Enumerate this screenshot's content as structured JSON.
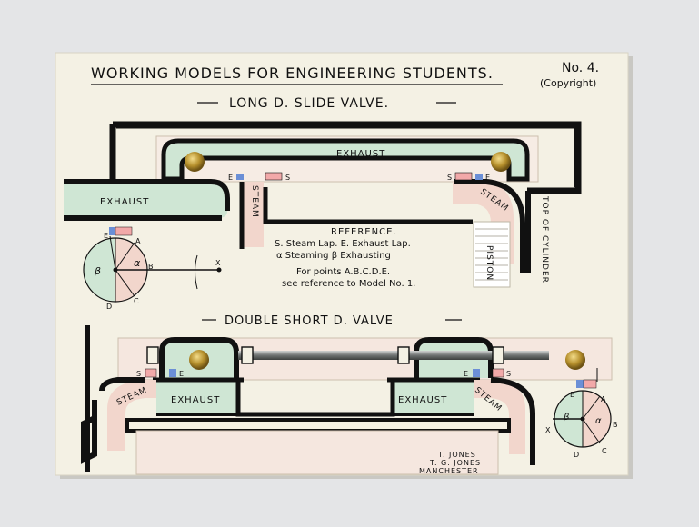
{
  "card": {
    "title": "WORKING MODELS FOR ENGINEERING STUDENTS.",
    "number": "No. 4.",
    "copyright": "(Copyright)"
  },
  "section1": {
    "heading": "LONG D. SLIDE VALVE.",
    "exhaust_top": "EXHAUST",
    "exhaust_left": "EXHAUST",
    "steam_left": "STEAM",
    "steam_right": "STEAM",
    "top_of_cylinder": "TOP OF CYLINDER",
    "piston": "PISTON",
    "lap_e": "E",
    "lap_s": "S",
    "reference": {
      "title": "REFERENCE.",
      "line1": "S. Steam Lap.   E. Exhaust Lap.",
      "line2": "α Steaming   β Exhausting",
      "line3": "For points  A.B.C.D.E.",
      "line4": "see reference to Model No. 1."
    },
    "diagram_labels": {
      "e": "E",
      "a": "A",
      "b": "B",
      "c": "C",
      "d": "D",
      "x": "X",
      "alpha": "α",
      "beta": "β"
    }
  },
  "section2": {
    "heading": "DOUBLE SHORT D. VALVE",
    "exhaust_left": "EXHAUST",
    "exhaust_right": "EXHAUST",
    "steam_left": "STEAM",
    "steam_right": "STEAM",
    "lap_e": "E",
    "lap_s": "S",
    "diagram_labels": {
      "e": "E",
      "a": "A",
      "b": "B",
      "c": "C",
      "d": "D",
      "x": "X",
      "alpha": "α",
      "beta": "β"
    }
  },
  "maker": {
    "line1": "T. JONES",
    "line2": "T. G. JONES",
    "line3": "MANCHESTER"
  },
  "colors": {
    "background": "#e4e5e7",
    "card": "#f4f1e4",
    "ink": "#111111",
    "exhaust_green": "#cfe6d4",
    "steam_pink": "#f2d6cc",
    "valve_band": "#f5e7df",
    "brass": "#b58f2c"
  }
}
